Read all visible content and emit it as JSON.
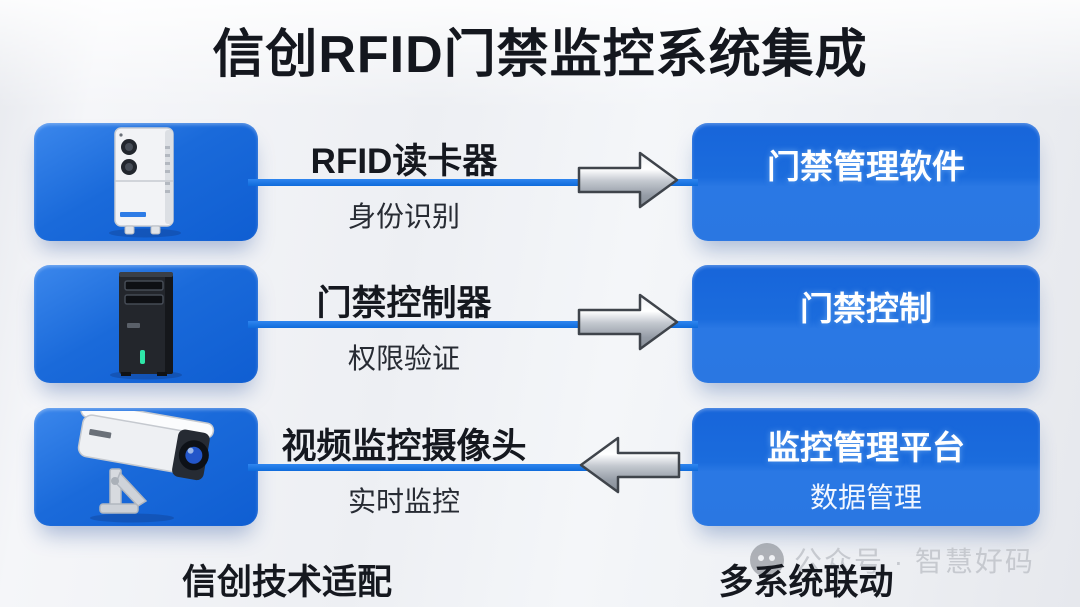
{
  "title": "信创RFID门禁监控系统集成",
  "rows": [
    {
      "device": "rfid-reader",
      "label": "RFID读卡器",
      "sublabel": "身份识别",
      "direction": "right",
      "target": "门禁管理软件",
      "target_sub": ""
    },
    {
      "device": "access-controller",
      "label": "门禁控制器",
      "sublabel": "权限验证",
      "direction": "right",
      "target": "门禁控制",
      "target_sub": ""
    },
    {
      "device": "cctv-camera",
      "label": "视频监控摄像头",
      "sublabel": "实时监控",
      "direction": "left",
      "target": "监控管理平台",
      "target_sub": "数据管理"
    }
  ],
  "footer": {
    "left": "信创技术适配",
    "right": "多系统联动"
  },
  "watermark": {
    "icon": "wechat-icon",
    "text": "公众号 · 智慧好码"
  },
  "colors": {
    "box_blue": "#1a6ada",
    "box_blue_light": "#2a78e4",
    "connector_blue": "#1278e8",
    "title_text": "#14171e",
    "box_text": "#ffffff",
    "watermark_gray": "#c6c9cf",
    "arrow_silver": "#c3c8cf",
    "led_green": "#2ee6a8"
  }
}
